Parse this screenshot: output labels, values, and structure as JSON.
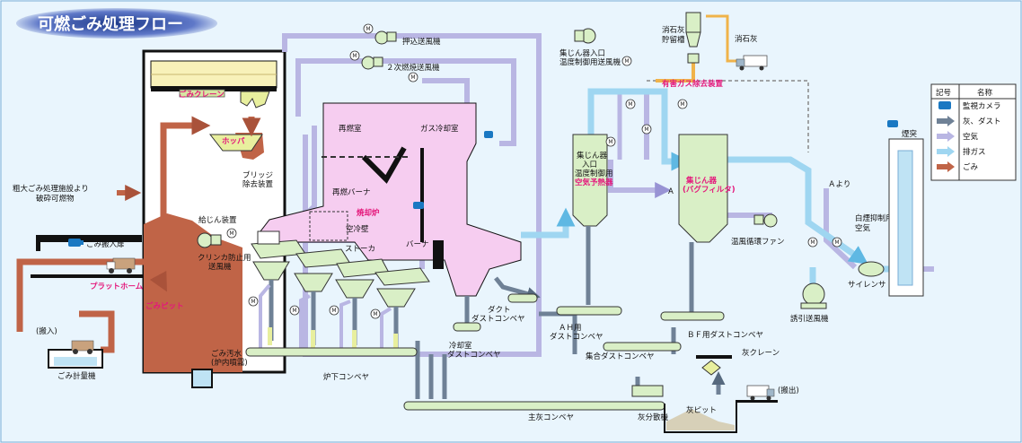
{
  "title": "可燃ごみ処理フロー",
  "labels": {
    "crane": "ごみクレーン",
    "hopper": "ホッパ",
    "bridge_1": "ブリッジ",
    "bridge_2": "除去装置",
    "pit": "ごみピット",
    "bulky_1": "粗大ごみ処理施設より",
    "bulky_2": "破砕可燃物",
    "carry_door": "ごみ搬入扉",
    "platform": "プラットホーム",
    "carry_in": "(搬入)",
    "scale": "ごみ計量機",
    "feeder": "給じん装置",
    "clinker_fan_1": "クリンカ防止用",
    "clinker_fan_2": "送風機",
    "push_fan": "押込送風機",
    "secondary_fan": "２次燃焼送風機",
    "reburn_room": "再燃室",
    "gas_cooler": "ガス冷却室",
    "reburn_burner": "再燃バーナ",
    "furnace": "焼却炉",
    "air_wall": "空冷壁",
    "stoker": "ストーカ",
    "burner": "バーナ",
    "waste_water_1": "ごみ汚水",
    "waste_water_2": "(炉内噴霧)",
    "furnace_conveyor": "炉下コンベヤ",
    "duct_conveyor_1": "ダクト",
    "duct_conveyor_2": "ダストコンベヤ",
    "cooler_conveyor_1": "冷却室",
    "cooler_conveyor_2": "ダストコンベヤ",
    "ah_conveyor_1": "ＡＨ用",
    "ah_conveyor_2": "ダストコンベヤ",
    "collect_conveyor": "集合ダストコンベヤ",
    "bf_conveyor": "ＢＦ用ダストコンベヤ",
    "main_conveyor": "主灰コンベヤ",
    "ash_disperser": "灰分散機",
    "ash_pit": "灰ピット",
    "ash_crane": "灰クレーン",
    "carry_out": "(搬出)",
    "temp_fan_1": "集じん器入口",
    "temp_fan_2": "温度制御用送風機",
    "lime_silo_1": "消石灰",
    "lime_silo_2": "貯留槽",
    "lime": "消石灰",
    "harmful_gas": "有害ガス除去装置",
    "preheater_1": "集じん器",
    "preheater_2": "入口",
    "preheater_3": "温度制御用",
    "preheater_4": "空気予熱器",
    "bag_1": "集じん器",
    "bag_2": "(バグフィルタ)",
    "circ_fan": "温風循環ファン",
    "from_a": "Ａより",
    "point_a": "A",
    "white_smoke_1": "白煙抑制用",
    "white_smoke_2": "空気",
    "silencer": "サイレンサ",
    "stack": "煙突",
    "induced_fan": "誘引送風機"
  },
  "legend": {
    "header_symbol": "記号",
    "header_name": "名称",
    "items": [
      {
        "name": "監視カメラ",
        "icon": "camera-icon",
        "color": "#1a78c2"
      },
      {
        "name": "灰、ダスト",
        "icon": "arrow-icon",
        "color": "#6f8196"
      },
      {
        "name": "空気",
        "icon": "arrow-icon",
        "color": "#b9b6e3"
      },
      {
        "name": "排ガス",
        "icon": "arrow-icon",
        "color": "#9fd6f1"
      },
      {
        "name": "ごみ",
        "icon": "arrow-icon",
        "color": "#c06447"
      }
    ]
  },
  "valve_mark": "M",
  "colors": {
    "background": "#e9f5fd",
    "air": "#b9b6e3",
    "exhaust": "#9fd6f1",
    "ash": "#6f8196",
    "waste": "#c06447",
    "equipment": "#d9efc6",
    "furnace": "#f6cdf0",
    "title_bg": "#1d3a8a",
    "accent": "#e4187b"
  }
}
